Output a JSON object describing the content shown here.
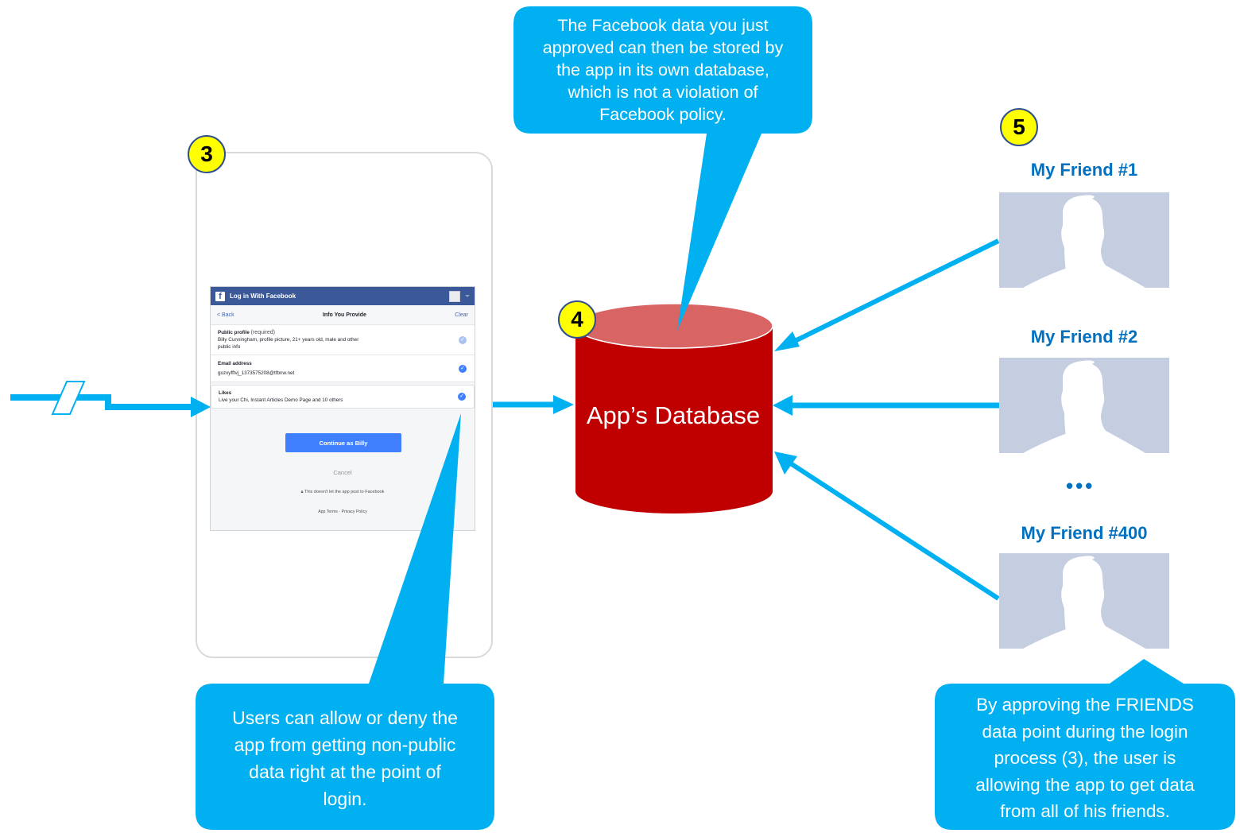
{
  "colors": {
    "accent_blue": "#00b0f0",
    "db_red": "#c00000",
    "db_top": "#d96464",
    "badge_yellow": "#ffff00",
    "friend_blue": "#0070c0",
    "fb_blue": "#3b5998",
    "fb_button": "#4080ff"
  },
  "badges": {
    "step3": "3",
    "step4": "4",
    "step5": "5"
  },
  "facebook_dialog": {
    "header_title": "Log in With Facebook",
    "logo_icon": "f",
    "nav_back": "< Back",
    "nav_title": "Info You Provide",
    "nav_clear": "Clear",
    "rows": [
      {
        "title": "Public profile",
        "qualifier": "(required)",
        "detail": "Billy Cunningham, profile picture, 21+ years old, male and other public info",
        "checked": true
      },
      {
        "title": "Email address",
        "qualifier": "",
        "detail": "gozxyfftvj_1373575208@tfbnw.net",
        "checked": true
      },
      {
        "title": "Likes",
        "qualifier": "",
        "detail": "Live your Chi, Instant Articles Demo Page and 10 others",
        "checked": true
      }
    ],
    "continue_button": "Continue as Billy",
    "cancel": "Cancel",
    "note": "This doesn't let the app post to Facebook",
    "footer_links": "App Terms  ·  Privacy Policy"
  },
  "database": {
    "label": "App’s Database"
  },
  "callouts": {
    "top": "The Facebook data you just approved can then be stored by the app in its own database, which is not a violation of Facebook policy.",
    "top_lines": [
      "The Facebook data you just",
      "approved can then be stored by",
      "the app in its own database,",
      "which is not a violation of",
      "Facebook policy."
    ],
    "bottom_left_lines": [
      "Users can allow or deny the",
      "app from getting non-public",
      "data right at the point of",
      "login."
    ],
    "bottom_right_lines": [
      "By approving the FRIENDS",
      "data point during the login",
      "process (3), the user is",
      "allowing the app to get data",
      "from all of his friends."
    ]
  },
  "friends": [
    {
      "name": "My Friend #1"
    },
    {
      "name": "My Friend #2"
    },
    {
      "name": "My Friend #400"
    }
  ],
  "ellipsis": "•••"
}
